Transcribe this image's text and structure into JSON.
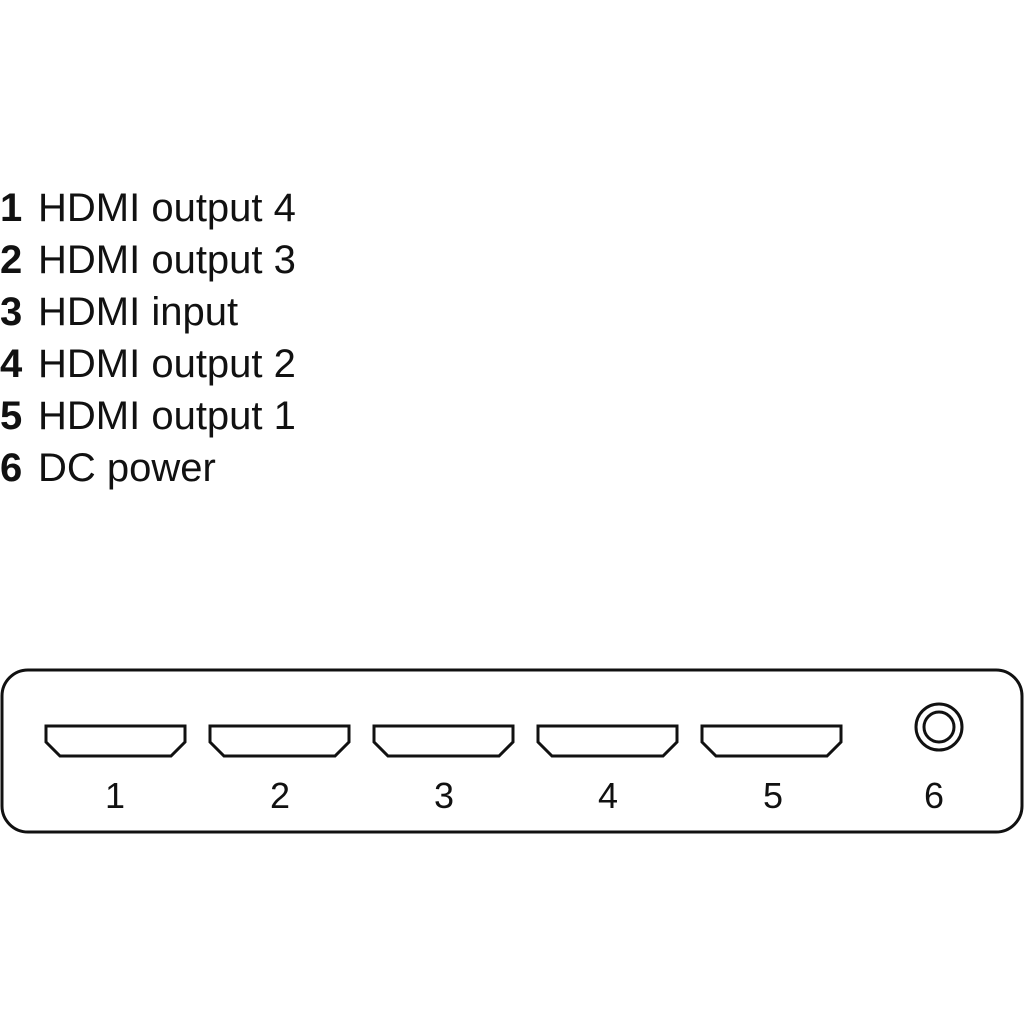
{
  "legend": [
    {
      "number": "1",
      "label": "HDMI output 4"
    },
    {
      "number": "2",
      "label": "HDMI output 3"
    },
    {
      "number": "3",
      "label": "HDMI input"
    },
    {
      "number": "4",
      "label": "HDMI output 2"
    },
    {
      "number": "5",
      "label": "HDMI output 1"
    },
    {
      "number": "6",
      "label": "DC power"
    }
  ],
  "device": {
    "ports": [
      {
        "label": "1",
        "type": "hdmi-port-icon"
      },
      {
        "label": "2",
        "type": "hdmi-port-icon"
      },
      {
        "label": "3",
        "type": "hdmi-port-icon"
      },
      {
        "label": "4",
        "type": "hdmi-port-icon"
      },
      {
        "label": "5",
        "type": "hdmi-port-icon"
      },
      {
        "label": "6",
        "type": "dc-power-jack-icon"
      }
    ]
  },
  "colors": {
    "line": "#111111",
    "background": "#ffffff"
  }
}
